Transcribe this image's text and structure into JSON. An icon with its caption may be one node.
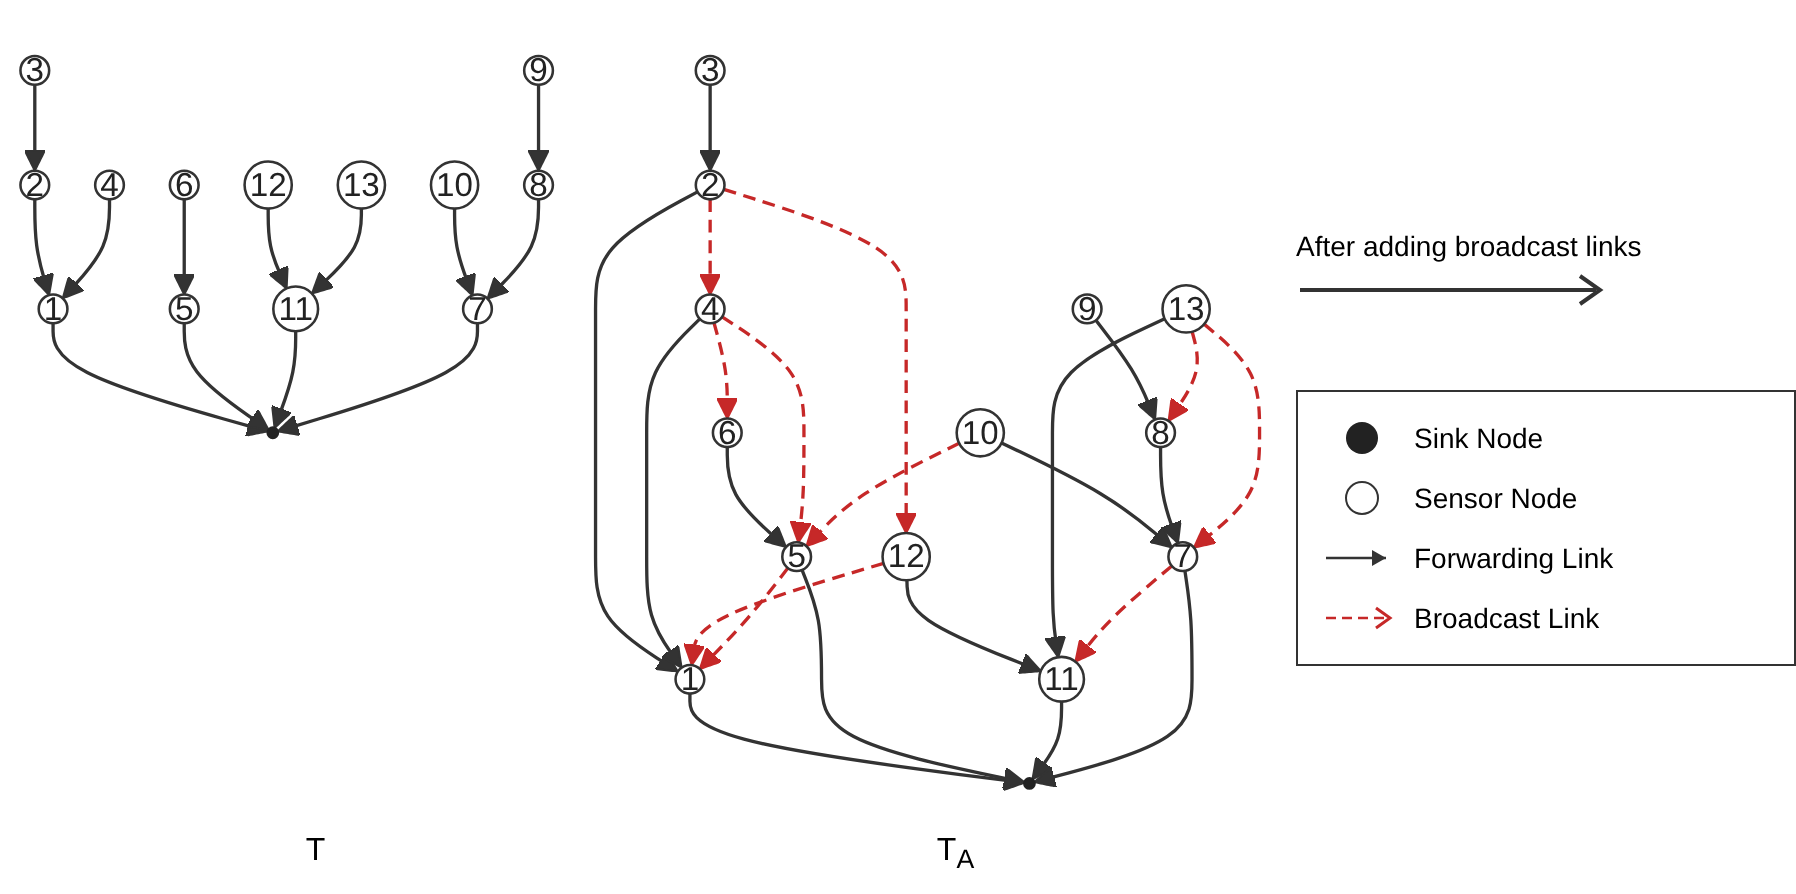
{
  "diagram": {
    "nodes": [
      {
        "text": [],
        "shape": "circle"
      },
      {
        "text": [
          "1"
        ]
      },
      {
        "text": [
          "2"
        ]
      },
      {
        "text": [
          "3"
        ]
      },
      {
        "text": [
          "4"
        ]
      },
      {
        "text": [
          "5"
        ]
      },
      {
        "text": [
          "6"
        ]
      },
      {
        "text": [
          "7"
        ]
      },
      {
        "text": [
          "8"
        ]
      },
      {
        "text": [
          "9"
        ]
      },
      {
        "text": [
          "10"
        ]
      },
      {
        "text": [
          "11"
        ]
      },
      {
        "text": [
          "12"
        ]
      },
      {
        "text": [
          "13"
        ]
      },
      {
        "text": [],
        "shape": "circle"
      },
      {
        "text": [
          "1"
        ]
      },
      {
        "text": [
          "2"
        ]
      },
      {
        "text": [
          "3"
        ]
      },
      {
        "text": [
          "4"
        ]
      },
      {
        "text": [
          "5"
        ]
      },
      {
        "text": [
          "6"
        ]
      },
      {
        "text": [
          "7"
        ]
      },
      {
        "text": [
          "8"
        ]
      },
      {
        "text": [
          "9"
        ]
      },
      {
        "text": [
          "10"
        ]
      },
      {
        "text": [
          "11"
        ]
      },
      {
        "text": [
          "12"
        ]
      },
      {
        "text": [
          "13"
        ]
      }
    ],
    "edges": [
      {
        "from": 3,
        "to": 2,
        "arrow": "to"
      },
      {
        "from": 2,
        "to": 1,
        "arrow": "to"
      },
      {
        "from": 4,
        "to": 1,
        "arrow": "to"
      },
      {
        "from": 1,
        "to": 0,
        "arrow": "to"
      },
      {
        "from": 6,
        "to": 5,
        "arrow": "to"
      },
      {
        "from": 5,
        "to": 0,
        "arrow": "to"
      },
      {
        "from": 12,
        "to": 11,
        "arrow": "to"
      },
      {
        "from": 13,
        "to": 11,
        "arrow": "to"
      },
      {
        "from": 11,
        "to": 0,
        "arrow": "to"
      },
      {
        "from": 10,
        "to": 7,
        "arrow": "to"
      },
      {
        "from": 9,
        "to": 8,
        "arrow": "to"
      },
      {
        "from": 8,
        "to": 7,
        "arrow": "to"
      },
      {
        "from": 7,
        "to": 0,
        "arrow": "to"
      },
      {
        "from": 17,
        "to": 16,
        "arrow": "to"
      },
      {
        "from": 16,
        "to": 15,
        "arrow": "to"
      },
      {
        "from": 18,
        "to": 15,
        "arrow": "to"
      },
      {
        "from": 15,
        "to": 14,
        "arrow": "to"
      },
      {
        "from": 20,
        "to": 19,
        "arrow": "to"
      },
      {
        "from": 19,
        "to": 14,
        "arrow": "to"
      },
      {
        "from": 26,
        "to": 25,
        "arrow": "to"
      },
      {
        "from": 27,
        "to": 25,
        "arrow": "to"
      },
      {
        "from": 25,
        "to": 14,
        "arrow": "to"
      },
      {
        "from": 24,
        "to": 21,
        "arrow": "to"
      },
      {
        "from": 23,
        "to": 22,
        "arrow": "to"
      },
      {
        "from": 22,
        "to": 21,
        "arrow": "to"
      },
      {
        "from": 21,
        "to": 14,
        "arrow": "to"
      },
      {
        "from": 16,
        "to": 18,
        "arrow": "to",
        "style": "dashed",
        "color": "#c62828"
      },
      {
        "from": 16,
        "to": 26,
        "arrow": "to",
        "style": "dashed",
        "color": "#c62828"
      },
      {
        "from": 26,
        "to": 15,
        "arrow": "to",
        "style": "dashed",
        "color": "#c62828"
      },
      {
        "from": 18,
        "to": 20,
        "arrow": "to",
        "style": "dashed",
        "color": "#c62828"
      },
      {
        "from": 18,
        "to": 19,
        "arrow": "to",
        "style": "dashed",
        "color": "#c62828"
      },
      {
        "from": 19,
        "to": 15,
        "arrow": "to",
        "style": "dashed",
        "color": "#c62828"
      },
      {
        "from": 24,
        "to": 19,
        "arrow": "to",
        "style": "dashed",
        "color": "#c62828"
      },
      {
        "from": 21,
        "to": 25,
        "arrow": "to",
        "style": "dashed",
        "color": "#c62828"
      },
      {
        "from": 27,
        "to": 21,
        "arrow": "to",
        "style": "dashed",
        "color": "#c62828"
      },
      {
        "from": 27,
        "to": 22,
        "arrow": "to",
        "style": "dashed",
        "color": "#c62828"
      }
    ],
    "labels": [
      "After adding broadcast links",
      "T",
      "T$_{A}$"
    ],
    "legend": [
      {
        "text": "Sink Node"
      },
      {
        "text": "Sensor Node"
      },
      {
        "text": "Forwarding Link"
      },
      {
        "text": "Broadcast Link"
      }
    ]
  }
}
